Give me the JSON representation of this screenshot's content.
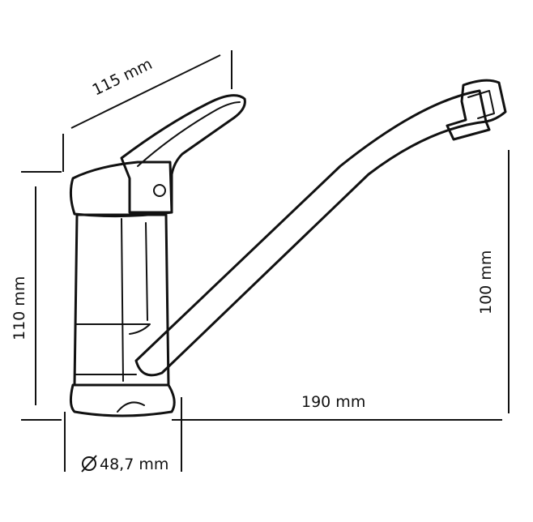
{
  "dimensions": {
    "handle_width": "115 mm",
    "body_height": "110 mm",
    "spout_height": "100 mm",
    "spout_reach": "190 mm",
    "base_diameter": "48,7 mm"
  },
  "colors": {
    "line": "#111111",
    "background": "#ffffff"
  },
  "icons": {
    "diameter_symbol": "diameter-symbol-icon"
  }
}
